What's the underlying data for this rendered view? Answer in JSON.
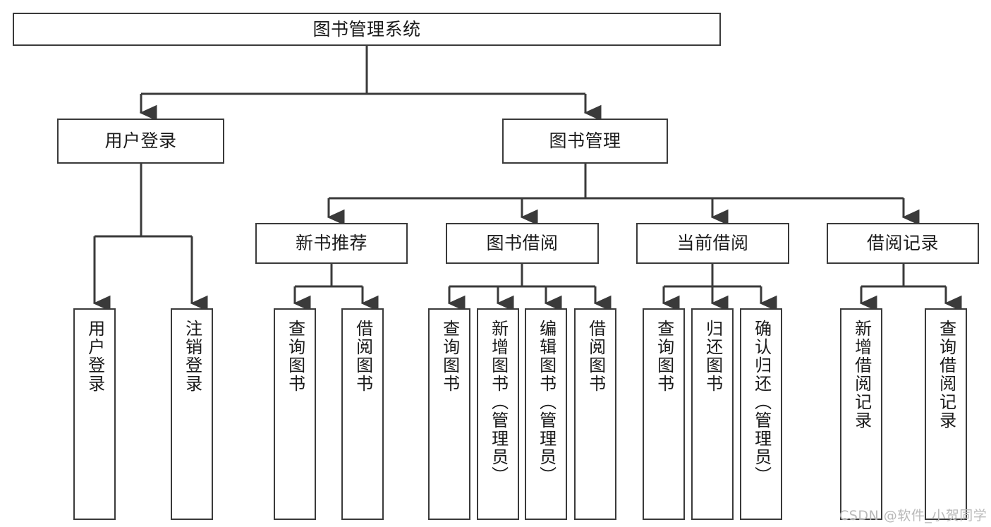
{
  "diagram": {
    "title": "图书管理系统",
    "root": {
      "label": "图书管理系统"
    },
    "level2": [
      {
        "label": "用户登录"
      },
      {
        "label": "图书管理"
      }
    ],
    "level3": [
      {
        "label": "新书推荐"
      },
      {
        "label": "图书借阅"
      },
      {
        "label": "当前借阅"
      },
      {
        "label": "借阅记录"
      }
    ],
    "leaves": {
      "user_login": [
        {
          "label": "用户登录"
        },
        {
          "label": "注销登录"
        }
      ],
      "new_book": [
        {
          "label": "查询图书"
        },
        {
          "label": "借阅图书"
        }
      ],
      "borrow_book": [
        {
          "label": "查询图书"
        },
        {
          "label": "新增图书（管理员）"
        },
        {
          "label": "编辑图书（管理员）"
        },
        {
          "label": "借阅图书"
        }
      ],
      "current_borrow": [
        {
          "label": "查询图书"
        },
        {
          "label": "归还图书"
        },
        {
          "label": "确认归还（管理员）"
        }
      ],
      "borrow_record": [
        {
          "label": "新增借阅记录"
        },
        {
          "label": "查询借阅记录"
        }
      ]
    }
  },
  "watermark": {
    "text": "CSDN @软件_小贺同学"
  },
  "colors": {
    "stroke": "#3a3a3a",
    "background": "#ffffff",
    "text": "#1a1a1a",
    "watermark": "#b9b9b9"
  }
}
